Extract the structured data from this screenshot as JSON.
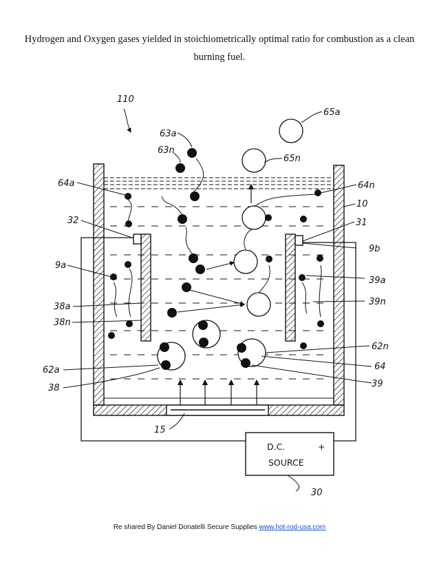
{
  "caption": "Hydrogen and Oxygen gases yielded in stoichiometrically optimal ratio for combustion as a clean burning fuel.",
  "figure": {
    "labels": {
      "l110": "110",
      "l63a": "63a",
      "l63n": "63n",
      "l65a": "65a",
      "l65n": "65n",
      "l64a": "64a",
      "l64n": "64n",
      "l10": "10",
      "l32": "32",
      "l31": "31",
      "l9a": "9a",
      "l9b": "9b",
      "l39a": "39a",
      "l38a": "38a",
      "l39n": "39n",
      "l38n": "38n",
      "l62n": "62n",
      "l64": "64",
      "l62a": "62a",
      "l39": "39",
      "l38": "38",
      "l15": "15",
      "l30": "30"
    },
    "source_box": {
      "line1": "D.C.",
      "plus": "+",
      "line2": "SOURCE"
    }
  },
  "footer": {
    "prefix": "Re shared By Daniel Donatelli Secure Supplies",
    "link_text": "www.hot-rod-usa.com"
  }
}
